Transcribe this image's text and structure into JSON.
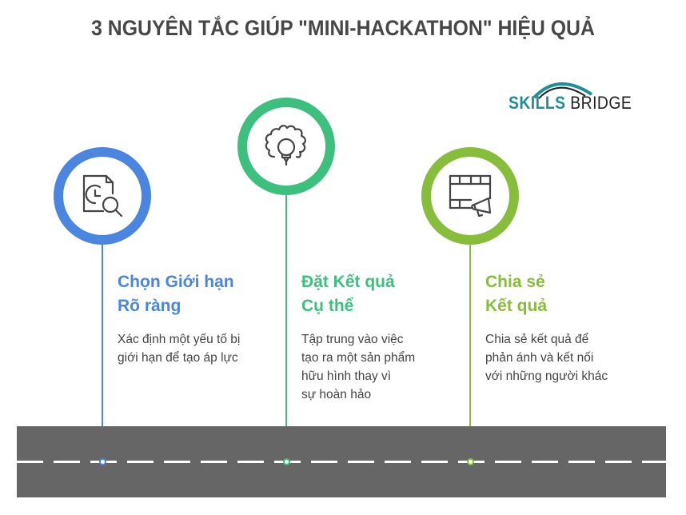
{
  "title": "3 NGUYÊN TẮC GIÚP \"MINI-HACKATHON\" HIỆU QUẢ",
  "logo": {
    "part1": "SKILLS",
    "part2": " BRIDGE",
    "colors": {
      "skills": "#1e8f9a",
      "bridge": "#222222",
      "arc_outer": "#1e8f9a",
      "arc_inner": "#222222"
    }
  },
  "principles": [
    {
      "icon": "document-clock-search-icon",
      "color": "#4a86e0",
      "heading": "Chọn Giới hạn\nRõ ràng",
      "description": "Xác định một yếu tố bị\ngiới hạn để tạo áp lực"
    },
    {
      "icon": "gear-lightbulb-icon",
      "color": "#3dbf7e",
      "heading": "Đặt Kết quả\nCụ thể",
      "description": "Tập trung vào việc\ntạo ra một sản phẩm\nhữu hình thay vì\nsự hoàn hảo"
    },
    {
      "icon": "film-megaphone-icon",
      "color": "#86bd3a",
      "heading": "Chia sẻ\nKết quả",
      "description": "Chia sẻ kết quả để\nphản ánh và kết nối\nvới những người khác"
    }
  ],
  "road": {
    "color": "#666666",
    "dash_color": "#ffffff"
  }
}
